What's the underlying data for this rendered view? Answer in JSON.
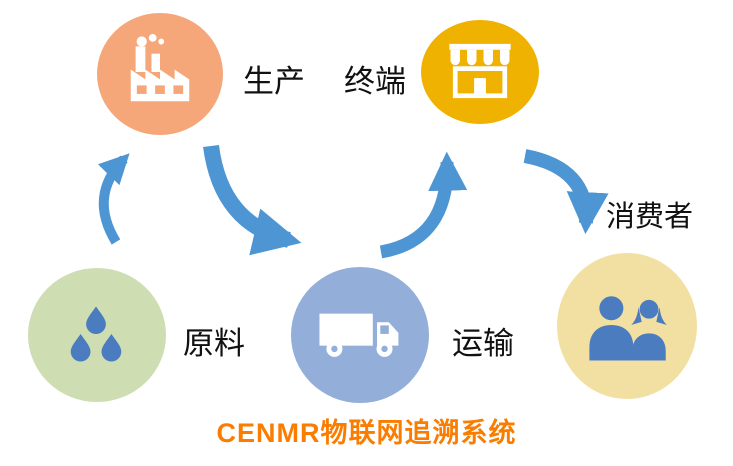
{
  "title": "CENMR物联网追溯系统",
  "nodes": {
    "production": {
      "label": "生产",
      "icon": "factory-icon",
      "color": "#F5A779"
    },
    "terminal": {
      "label": "终端",
      "icon": "store-icon",
      "color": "#F0B200"
    },
    "raw_material": {
      "label": "原料",
      "icon": "water-drops-icon",
      "color": "#CEDDB2"
    },
    "transport": {
      "label": "运输",
      "icon": "truck-icon",
      "color": "#93AFD9"
    },
    "consumer": {
      "label": "消费者",
      "icon": "people-icon",
      "color": "#F2E0A3"
    }
  },
  "arrows": [
    {
      "from": "raw_material",
      "to": "production"
    },
    {
      "from": "production",
      "to": "transport"
    },
    {
      "from": "transport",
      "to": "terminal"
    },
    {
      "from": "terminal",
      "to": "consumer"
    }
  ],
  "colors": {
    "arrow": "#4E96D3",
    "title": "#FA7D00",
    "icon_blue": "#4B7CC0",
    "icon_white": "#FFFFFF",
    "label_text": "#111111",
    "background": "#FFFFFF"
  }
}
